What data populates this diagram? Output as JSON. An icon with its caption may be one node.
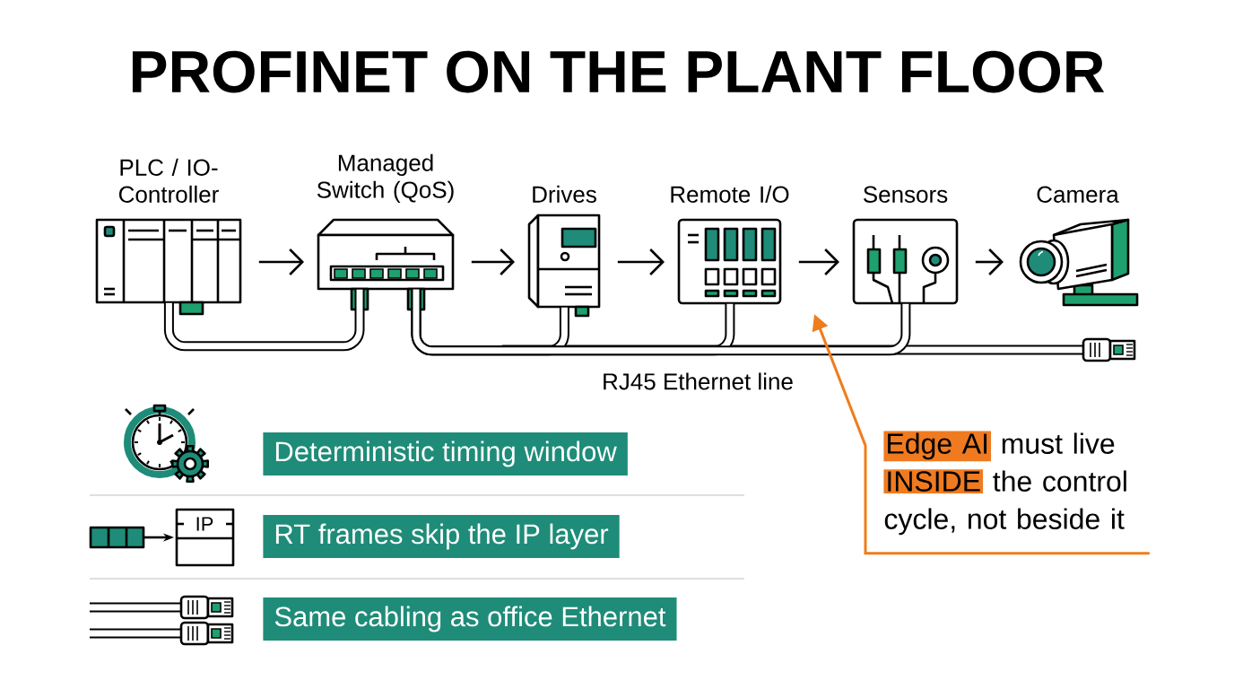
{
  "diagram": {
    "title": "PROFINET ON THE PLANT FLOOR",
    "nodes": [
      {
        "text": [
          "PLC / IO-Controller"
        ]
      },
      {
        "text": [
          "Managed Switch (QoS)"
        ]
      },
      {
        "text": [
          "Drives"
        ]
      },
      {
        "text": [
          "Remote I/O"
        ]
      },
      {
        "text": [
          "Sensors"
        ]
      },
      {
        "text": [
          "Camera"
        ]
      },
      {
        "text": [
          "Edge AI",
          "must live",
          "INSIDE",
          "the control cycle, not beside it"
        ]
      },
      {
        "text": [
          "Deterministic timing window"
        ]
      },
      {
        "text": [
          "RT frames skip the IP layer"
        ]
      },
      {
        "text": [
          "Same cabling as office Ethernet"
        ]
      }
    ],
    "edges": [
      {
        "from": 0,
        "to": 1,
        "arrow": "to"
      },
      {
        "from": 1,
        "to": 2,
        "arrow": "to"
      },
      {
        "from": 2,
        "to": 3,
        "arrow": "to"
      },
      {
        "from": 3,
        "to": 4,
        "arrow": "to"
      },
      {
        "from": 4,
        "to": 5,
        "arrow": "to"
      },
      {
        "from": 0,
        "to": 1,
        "arrow": "none",
        "style": "thick"
      },
      {
        "from": 1,
        "to": 2,
        "arrow": "none",
        "style": "thick"
      },
      {
        "from": 1,
        "to": 3,
        "arrow": "none",
        "style": "thick"
      },
      {
        "from": 1,
        "to": 4,
        "arrow": "none",
        "style": "thick"
      },
      {
        "from": 6,
        "to": null,
        "arrow": "to",
        "color": "#ee7d1e"
      }
    ],
    "labels": [
      "RJ45 Ethernet line",
      "IP"
    ]
  }
}
